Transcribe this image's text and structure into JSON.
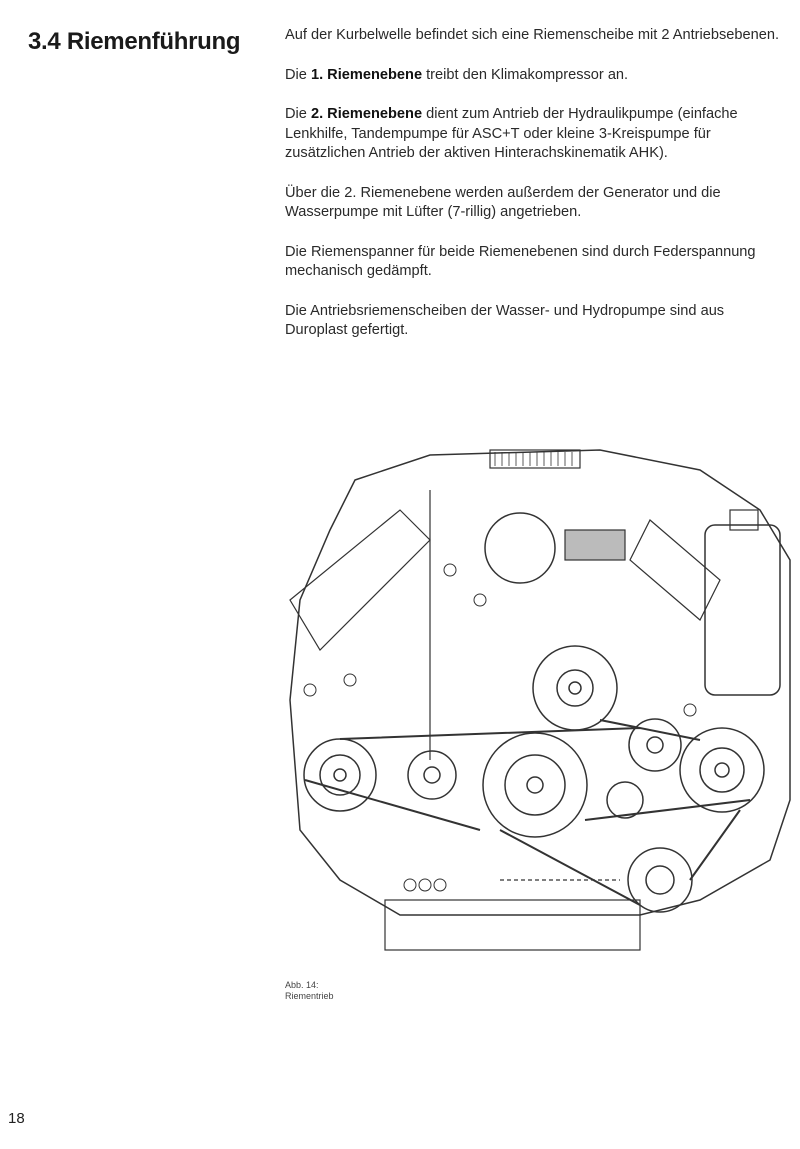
{
  "heading": "3.4 Riemenführung",
  "paragraphs": {
    "p1": "Auf der Kurbelwelle befindet sich eine Riemenscheibe mit 2 Antriebsebenen.",
    "p2_pre": "Die ",
    "p2_bold": "1. Riemenebene",
    "p2_post": " treibt den Klimakompressor an.",
    "p3_pre": "Die ",
    "p3_bold": "2. Riemenebene",
    "p3_post": " dient zum Antrieb der Hydraulikpumpe (einfache Lenkhilfe, Tandempumpe für ASC+T oder kleine 3-Kreispumpe für zusätzlichen Antrieb der aktiven Hinterachskinematik AHK).",
    "p4": "Über die 2. Riemenebene werden außerdem der Generator und die Wasserpumpe mit Lüfter (7-rillig) angetrieben.",
    "p5": "Die Riemenspanner für beide Riemenebenen sind durch Federspannung mechanisch gedämpft.",
    "p6": "Die Antriebsriemenscheiben der Wasser- und Hydropumpe sind aus Duroplast gefertigt."
  },
  "figure": {
    "label": "Abb. 14:",
    "caption": "Riementrieb"
  },
  "page_number": "18"
}
